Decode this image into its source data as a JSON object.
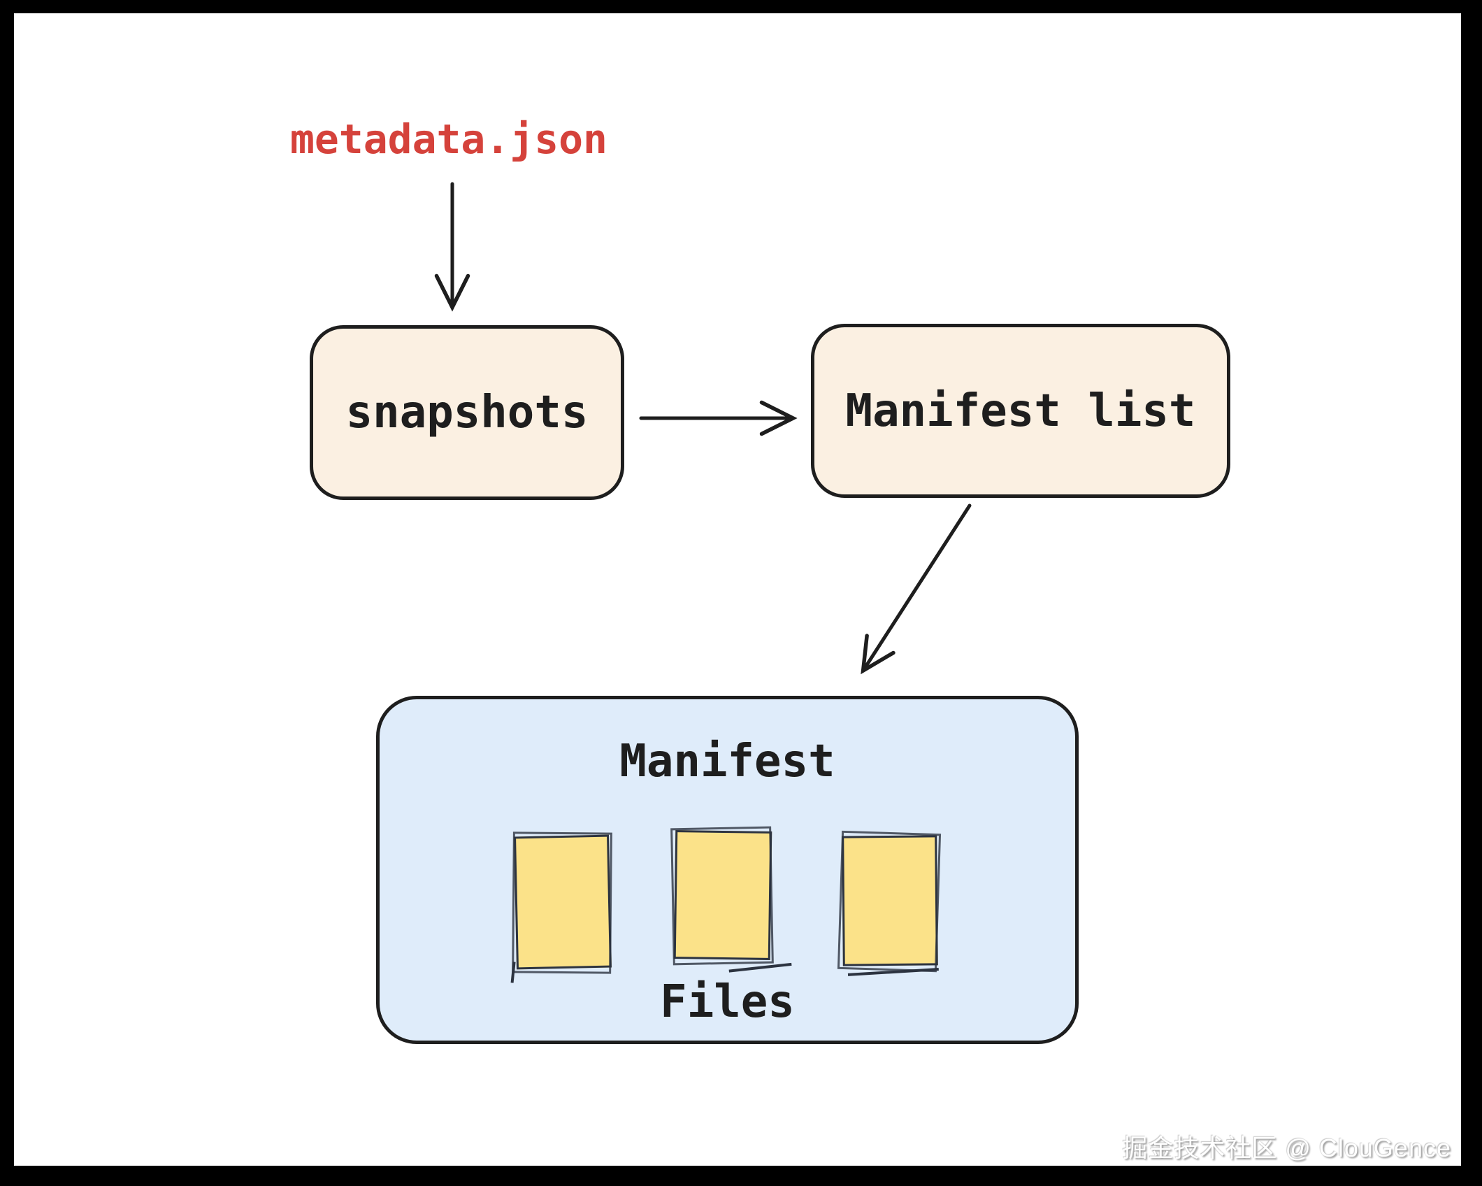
{
  "labels": {
    "metadata_file": "metadata.json",
    "snapshots": "snapshots",
    "manifest_list": "Manifest list",
    "manifest": "Manifest",
    "files": "Files"
  },
  "watermark": {
    "text": "掘金技术社区 @ ClouGence"
  },
  "colors": {
    "frame_bg": "#000000",
    "canvas_bg": "#ffffff",
    "stroke": "#1e1e1e",
    "peach_fill": "#fbf0e2",
    "blue_fill": "#dfecfa",
    "note_fill": "#fbe289",
    "note_stroke": "#2c3340",
    "red": "#d5423b",
    "watermark_shadow": "#9a9a9a"
  }
}
